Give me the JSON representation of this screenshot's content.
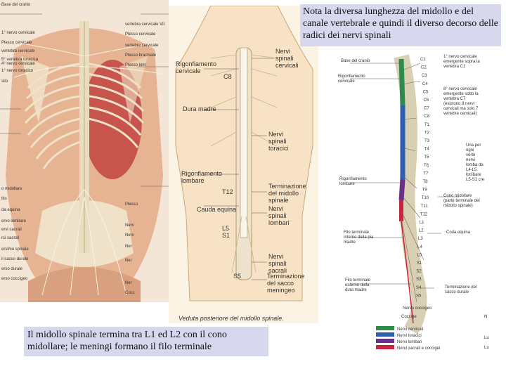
{
  "note_top": "Nota la diversa lunghezza del midollo e del canale vertebrale e quindi il diverso decorso delle radici dei nervi spinali",
  "note_bottom": "Il  midollo spinale termina tra L1 ed L2 con il cono midollare; le meningi formano il filo terminale",
  "fig1": {
    "labels_left": [
      "Base del cranio",
      "1° nervo cervicale",
      "Plesso cervicale",
      "vertebra cervicale",
      "5° vertebra toracica",
      "4° nervo cervicale",
      "1° nervo toracico",
      "silo",
      "o midollare",
      "lito",
      "da equina",
      "ervo lombare",
      "ervi sacrali",
      "rci sacrali",
      "ersimo spinale",
      "il sacco durale",
      "erso durale",
      "erso coccigeo"
    ],
    "labels_right": [
      "vertebra cervicale VII",
      "Plesso cervicale",
      "vertebra cervicale",
      "Plesso brachiale",
      "Plesso lom",
      "Plesso",
      "Nerv",
      "Nerv",
      "Ner",
      "Ner",
      "Ner",
      "Cocc"
    ]
  },
  "fig2": {
    "caption": "Veduta posteriore del midollo spinale.",
    "labels": [
      "Rigonfiamento cervicale",
      "C8",
      "Dura madre",
      "Rigonfiamento lombare",
      "T12",
      "Cauda equina",
      "L5",
      "S1",
      "S5",
      "Nervi spinali cervicali",
      "Nervi spinali toracici",
      "Terminazione del midollo spinale",
      "Nervi spinali lombari",
      "Nervi spinali sacrali",
      "Terminazione del sacco meningeo"
    ]
  },
  "fig3": {
    "left_labels": [
      "Base del cranio",
      "Rigonfiamento cervicale",
      "Rigonfiamento lombare",
      "Filo terminale interno della pia madre",
      "Filo terminale esterno della dura madre"
    ],
    "right_labels": [
      "1° nervo cervicale emergente sopra la vertebra C1",
      "8° nervo cervicale emergente sotto la vertebra C7 (esistono 8 nervi cervicali ma solo 7 vertebre cervicali)",
      "Una per ogni verte nervi lomba da L4-L5 lombare L5-S1 cre",
      "Cono midollare (parte terminale del midollo spinale)",
      "Coda equina",
      "Terminazione del sacco durale",
      "Nervo coccigeo",
      "Coccige"
    ],
    "spine_c": [
      "C1",
      "C2",
      "C3",
      "C4",
      "C5",
      "C6",
      "C7",
      "C8"
    ],
    "spine_t": [
      "T1",
      "T2",
      "T3",
      "T4",
      "T5",
      "T6",
      "T7",
      "T8",
      "T9",
      "T10",
      "T11",
      "T12"
    ],
    "spine_l": [
      "L1",
      "L2",
      "L3",
      "L4",
      "L5"
    ],
    "spine_s": [
      "S1",
      "S2",
      "S3",
      "S4",
      "S5"
    ],
    "legend": [
      {
        "label": "Nervi cervicali",
        "color": "#2e8b4e"
      },
      {
        "label": "Nervi toracici",
        "color": "#2d5fb0"
      },
      {
        "label": "Nervi lombari",
        "color": "#6b2f8a"
      },
      {
        "label": "Nervi sacrali e coccigei",
        "color": "#c8223c"
      }
    ],
    "edge_labels": [
      "N",
      "Lu",
      "Lu"
    ]
  }
}
